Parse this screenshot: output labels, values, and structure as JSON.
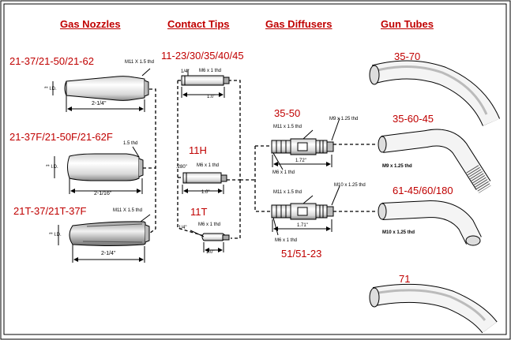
{
  "headers": {
    "nozzles": "Gas Nozzles",
    "tips": "Contact Tips",
    "diffusers": "Gas Diffusers",
    "tubes": "Gun Tubes"
  },
  "parts": {
    "nozzle1": "21-37/21-50/21-62",
    "nozzle2": "21-37F/21-50F/21-62F",
    "nozzle3": "21T-37/21T-37F",
    "tip1": "11-23/30/35/40/45",
    "tip2": "11H",
    "tip3": "11T",
    "diff1": "35-50",
    "diff2": "51/51-23",
    "tube1": "35-70",
    "tube2": "35-60-45",
    "tube3": "61-45/60/180",
    "tube4": "71"
  },
  "callouts": {
    "n1_thread": "M11 X 1.5 thd",
    "n1_id": "** I.D.",
    "n1_len": "2-1/4\"",
    "n2_thread": "1.5 thd",
    "n2_id": "** I.D.",
    "n2_len": "2-1/16\"",
    "n3_thread": "M11 X 1.5 thd",
    "n3_id": "** I.D.",
    "n3_len": "2-1/4\"",
    "t1_dia": "1/4\"",
    "t1_thread": "M6 x 1 thd",
    "t1_len": "1.0\"",
    "t2_dia": ".280\"",
    "t2_thread": "M6 x 1 thd",
    "t2_len": "1.0\"",
    "t3_dia": "1/4\"",
    "t3_thread": "M6 x 1 thd",
    "t3_len": "1.0\"",
    "d1_thread_a": "M11 x 1.5 thd",
    "d1_thread_b": "M9 x 1.25 thd",
    "d1_thread_c": "M6 x 1 thd",
    "d1_len": "1.72\"",
    "d2_thread_a": "M11 x 1.5 thd",
    "d2_thread_b": "M10 x 1.25 thd",
    "d2_thread_c": "M6 x 1 thd",
    "d2_len": "1.71\"",
    "g2_thread": "M9 x 1.25 thd",
    "g3_thread": "M10 x 1.25 thd"
  }
}
